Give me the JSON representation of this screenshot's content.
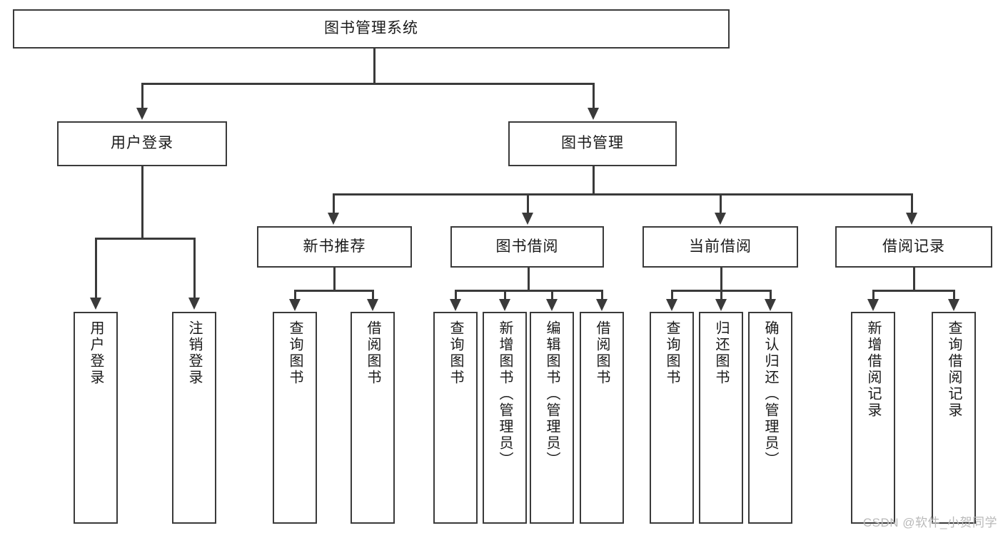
{
  "diagram": {
    "type": "tree",
    "title": "图书管理系统",
    "root": {
      "id": "root",
      "label": "图书管理系统"
    },
    "level1": [
      {
        "id": "user-login",
        "label": "用户登录"
      },
      {
        "id": "book-manage",
        "label": "图书管理"
      }
    ],
    "level2": [
      {
        "id": "new-book-recommend",
        "label": "新书推荐",
        "parent": "book-manage"
      },
      {
        "id": "book-borrow",
        "label": "图书借阅",
        "parent": "book-manage"
      },
      {
        "id": "current-borrow",
        "label": "当前借阅",
        "parent": "book-manage"
      },
      {
        "id": "borrow-record",
        "label": "借阅记录",
        "parent": "book-manage"
      }
    ],
    "leaves": [
      {
        "id": "leaf-user-login",
        "label": "用户登录",
        "parent": "user-login"
      },
      {
        "id": "leaf-user-logout",
        "label": "注销登录",
        "parent": "user-login"
      },
      {
        "id": "leaf-query-book-1",
        "label": "查询图书",
        "parent": "new-book-recommend"
      },
      {
        "id": "leaf-borrow-book-1",
        "label": "借阅图书",
        "parent": "new-book-recommend"
      },
      {
        "id": "leaf-query-book-2",
        "label": "查询图书",
        "parent": "book-borrow"
      },
      {
        "id": "leaf-add-book",
        "label": "新增图书（管理员）",
        "parent": "book-borrow"
      },
      {
        "id": "leaf-edit-book",
        "label": "编辑图书（管理员）",
        "parent": "book-borrow"
      },
      {
        "id": "leaf-borrow-book-2",
        "label": "借阅图书",
        "parent": "book-borrow"
      },
      {
        "id": "leaf-query-book-3",
        "label": "查询图书",
        "parent": "current-borrow"
      },
      {
        "id": "leaf-return-book",
        "label": "归还图书",
        "parent": "current-borrow"
      },
      {
        "id": "leaf-confirm-return",
        "label": "确认归还（管理员）",
        "parent": "current-borrow"
      },
      {
        "id": "leaf-add-record",
        "label": "新增借阅记录",
        "parent": "borrow-record"
      },
      {
        "id": "leaf-query-record",
        "label": "查询借阅记录",
        "parent": "borrow-record"
      }
    ]
  },
  "watermark": {
    "text": "CSDN @软件_小贺同学"
  },
  "colors": {
    "stroke": "#3a3a3a",
    "text": "#1a1a1a",
    "background": "#ffffff",
    "watermark": "#b9b9b9"
  }
}
